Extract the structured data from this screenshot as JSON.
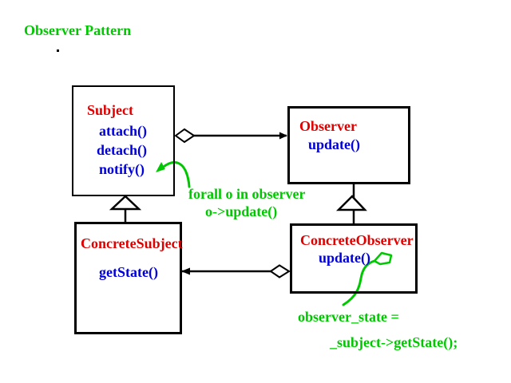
{
  "title": "Observer Pattern",
  "colors": {
    "green": "#00c800",
    "red": "#e00000",
    "blue": "#0000dd",
    "black": "#000000"
  },
  "classes": {
    "subject": {
      "name": "Subject",
      "methods": [
        "attach()",
        "detach()",
        "notify()"
      ]
    },
    "observer": {
      "name": "Observer",
      "methods": [
        "update()"
      ]
    },
    "concrete_subject": {
      "name": "ConcreteSubject",
      "methods": [
        "getState()"
      ]
    },
    "concrete_observer": {
      "name": "ConcreteObserver",
      "methods": [
        "update()"
      ]
    }
  },
  "annotations": {
    "forall_line1": "forall o in observer",
    "forall_line2": "o->update()",
    "state_line1": "observer_state =",
    "state_line2": "_subject->getState();"
  },
  "relations": [
    {
      "type": "aggregation",
      "from": "Subject",
      "to": "Observer"
    },
    {
      "type": "inheritance",
      "from": "ConcreteSubject",
      "to": "Subject"
    },
    {
      "type": "inheritance",
      "from": "ConcreteObserver",
      "to": "Observer"
    },
    {
      "type": "aggregation",
      "from": "ConcreteObserver",
      "to": "ConcreteSubject"
    }
  ]
}
